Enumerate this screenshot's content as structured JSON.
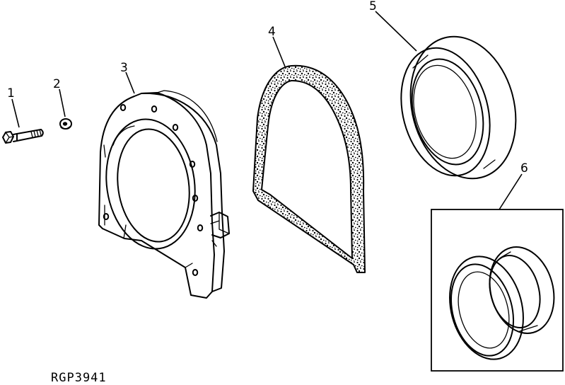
{
  "figure": {
    "reference_code": "RGP3941",
    "callouts": [
      {
        "id": "1",
        "label": "1"
      },
      {
        "id": "2",
        "label": "2"
      },
      {
        "id": "3",
        "label": "3"
      },
      {
        "id": "4",
        "label": "4"
      },
      {
        "id": "5",
        "label": "5"
      },
      {
        "id": "6",
        "label": "6"
      }
    ]
  },
  "colors": {
    "ink": "#000000",
    "paper": "#ffffff"
  }
}
